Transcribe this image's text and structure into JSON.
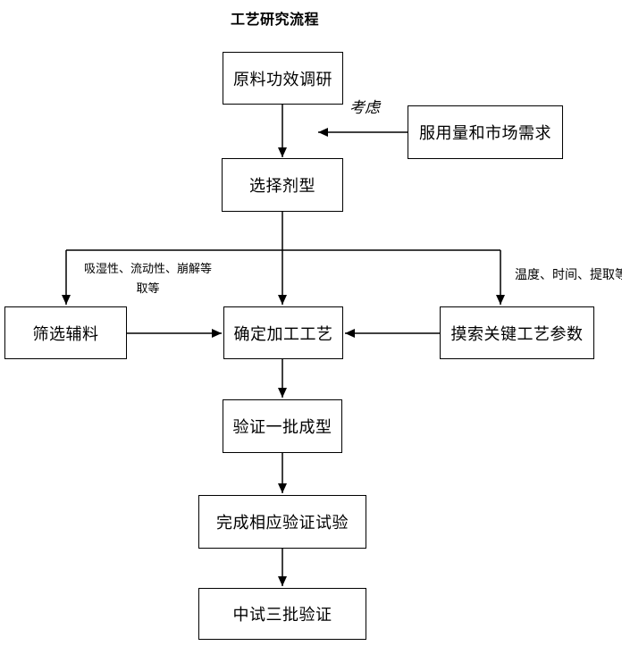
{
  "title": "工艺研究流程",
  "nodes": {
    "raw_material_research": {
      "label": "原料功效调研"
    },
    "dosage_and_market": {
      "label": "服用量和市场需求"
    },
    "select_dosage_form": {
      "label": "选择剂型"
    },
    "screen_excipients": {
      "label": "筛选辅料"
    },
    "determine_process": {
      "label": "确定加工工艺"
    },
    "explore_key_parameters": {
      "label": "摸索关键工艺参数"
    },
    "validate_one_batch": {
      "label": "验证一批成型"
    },
    "complete_validation_tests": {
      "label": "完成相应验证试验"
    },
    "pilot_three_batches": {
      "label": "中试三批验证"
    }
  },
  "edge_labels": {
    "consider": "考虑",
    "left_branch_line1": "吸湿性、流动性、崩解等",
    "left_branch_line2": "取等",
    "right_branch": "温度、时间、提取等"
  },
  "colors": {
    "line": "#000000",
    "background": "#ffffff",
    "text": "#000000"
  }
}
